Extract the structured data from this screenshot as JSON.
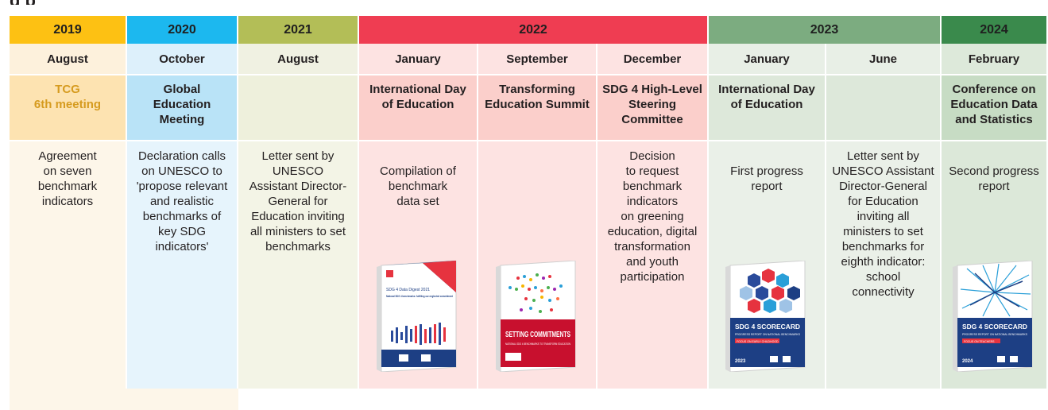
{
  "caption_fragment": "g p",
  "years": [
    {
      "label": "2019",
      "color": "#fdc113"
    },
    {
      "label": "2020",
      "color": "#1cb8ef"
    },
    {
      "label": "2021",
      "color": "#b3be57"
    },
    {
      "label": "2022",
      "color": "#ef3d52"
    },
    {
      "label": "2023",
      "color": "#7cac80"
    },
    {
      "label": "2024",
      "color": "#3a8a4c"
    }
  ],
  "columns": [
    {
      "month": "August",
      "event": "TCG\n6th meeting",
      "event_color": "#d69b1f",
      "desc": "Agreement\non seven\nbenchmark\nindicators"
    },
    {
      "month": "October",
      "event": "Global\nEducation\nMeeting",
      "event_color": "#231f20",
      "desc": "Declaration calls\non UNESCO to\n'propose relevant\nand realistic\nbenchmarks of\nkey SDG\nindicators'"
    },
    {
      "month": "August",
      "event": "",
      "event_color": "#231f20",
      "desc": "Letter sent by\nUNESCO\nAssistant Director-\nGeneral for\nEducation inviting\nall ministers to set\nbenchmarks"
    },
    {
      "month": "January",
      "event": "International Day\nof Education",
      "event_color": "#231f20",
      "desc": "Compilation of\nbenchmark\ndata set"
    },
    {
      "month": "September",
      "event": "Transforming\nEducation Summit",
      "event_color": "#231f20",
      "desc": ""
    },
    {
      "month": "December",
      "event": "SDG 4 High-Level\nSteering\nCommittee",
      "event_color": "#231f20",
      "desc": "Decision\nto request\nbenchmark\nindicators\non greening\neducation, digital\ntransformation\nand youth\nparticipation"
    },
    {
      "month": "January",
      "event": "International Day\nof Education",
      "event_color": "#231f20",
      "desc": "First progress\nreport"
    },
    {
      "month": "June",
      "event": "",
      "event_color": "#231f20",
      "desc": "Letter sent by\nUNESCO Assistant\nDirector-General\nfor Education\ninviting all\nministers to set\nbenchmarks for\neighth indicator:\nschool\nconnectivity"
    },
    {
      "month": "February",
      "event": "Conference on\nEducation Data\nand Statistics",
      "event_color": "#231f20",
      "desc": "Second progress\nreport"
    }
  ],
  "books": {
    "digest": {
      "title": "SDG 4 Data Digest 2021",
      "subtitle": "National SDG 4 benchmarks: fulfilling our neglected commitment"
    },
    "commitments": {
      "title": "SETTING COMMITMENTS",
      "subtitle": "NATIONAL SDG 4 BENCHMARKS TO TRANSFORM EDUCATION"
    },
    "scorecard2023": {
      "title": "SDG 4 SCORECARD",
      "subtitle": "PROGRESS REPORT ON NATIONAL BENCHMARKS",
      "tag": "FOCUS ON EARLY CHILDHOOD",
      "year": "2023"
    },
    "scorecard2024": {
      "title": "SDG 4 SCORECARD",
      "subtitle": "PROGRESS REPORT ON NATIONAL BENCHMARKS",
      "tag": "FOCUS ON TEACHERS",
      "year": "2024"
    }
  }
}
